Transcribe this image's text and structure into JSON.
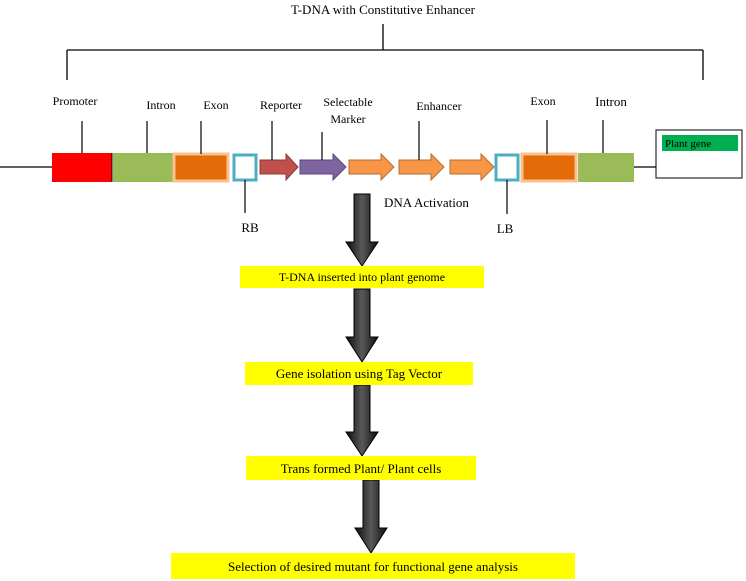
{
  "title": "T-DNA with Constitutive Enhancer",
  "construct": {
    "labels": {
      "promoter": "Promoter",
      "intron_left": "Intron",
      "exon_left": "Exon",
      "reporter": "Reporter",
      "selectable_1": "Selectable",
      "selectable_2": "Marker",
      "enhancer": "Enhancer",
      "exon_right": "Exon",
      "intron_right": "Intron",
      "rb": "RB",
      "lb": "LB",
      "plant_gene": "Plant gene",
      "dna_activation": "DNA Activation"
    },
    "colors": {
      "promoter": "#ff0000",
      "intron": "#9bbb59",
      "exon": "#e36c09",
      "exon_border": "#fac090",
      "border_box": "#4bacc6",
      "reporter": "#c0504d",
      "selectable": "#8064a2",
      "enhancer": "#f79646",
      "plant_gene": "#00b050"
    }
  },
  "steps": [
    {
      "label": "T-DNA inserted into plant genome"
    },
    {
      "label": "Gene isolation using Tag Vector"
    },
    {
      "label": "Trans formed Plant/ Plant cells"
    },
    {
      "label": "Selection of desired mutant for functional gene analysis"
    }
  ],
  "colors": {
    "step_box": "#ffff00",
    "flow_arrow": "#262626"
  }
}
